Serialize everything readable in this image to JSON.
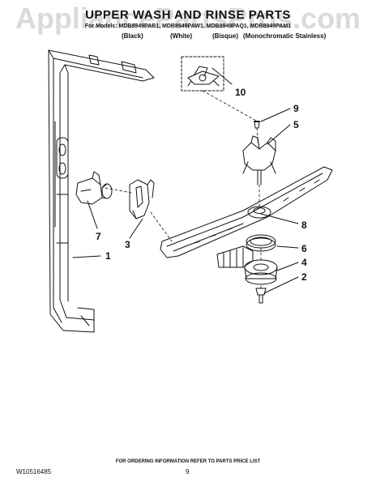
{
  "watermark": "AppliancePartsPros.com",
  "title": "UPPER WASH AND RINSE PARTS",
  "models_line": "For Models: MDB8949PAB1, MDB8949PAW1, MDB8949PAQ1, MDB8949PAM1",
  "colors": [
    "(Black)",
    "(White)",
    "(Bisque)",
    "(Monochromatic Stainless)"
  ],
  "callouts": [
    "10",
    "9",
    "5",
    "7",
    "3",
    "8",
    "1",
    "6",
    "4",
    "2"
  ],
  "footer_note": "FOR ORDERING INFORMATION REFER TO PARTS PRICE LIST",
  "doc_number": "W10516485",
  "page_number": "9"
}
